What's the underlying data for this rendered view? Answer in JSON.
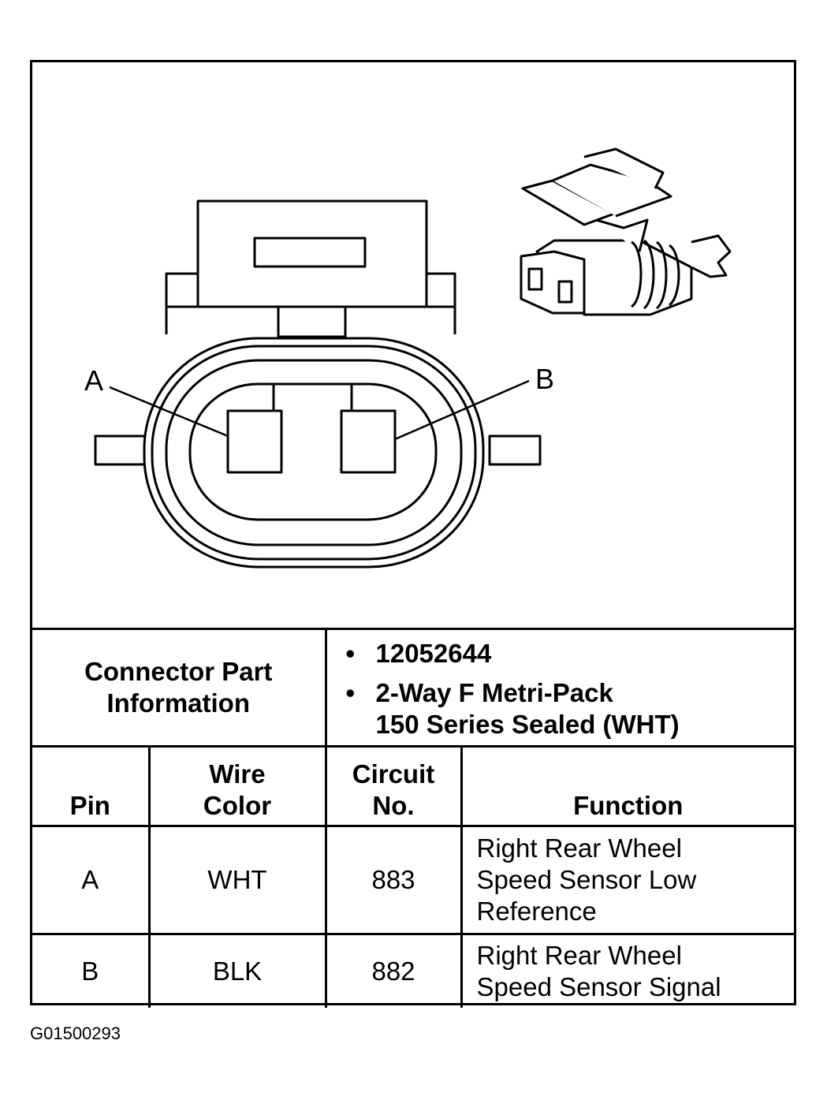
{
  "diagram": {
    "pin_labels": [
      "A",
      "B"
    ]
  },
  "connector_info": {
    "label": "Connector Part Information",
    "label_line1": "Connector Part",
    "label_line2": "Information",
    "bullet": "•",
    "part_number": "12052644",
    "description_line1": "2-Way F Metri-Pack",
    "description_line2": "150 Series Sealed (WHT)"
  },
  "table": {
    "headers": {
      "pin": "Pin",
      "wire_color_line1": "Wire",
      "wire_color_line2": "Color",
      "circuit_line1": "Circuit",
      "circuit_line2": "No.",
      "function": "Function"
    },
    "rows": [
      {
        "pin": "A",
        "wire_color": "WHT",
        "circuit": "883",
        "function_lines": [
          "Right Rear Wheel",
          "Speed Sensor Low",
          "Reference"
        ]
      },
      {
        "pin": "B",
        "wire_color": "BLK",
        "circuit": "882",
        "function_lines": [
          "Right Rear Wheel",
          "Speed Sensor Signal"
        ]
      }
    ]
  },
  "figure_code": "G01500293"
}
